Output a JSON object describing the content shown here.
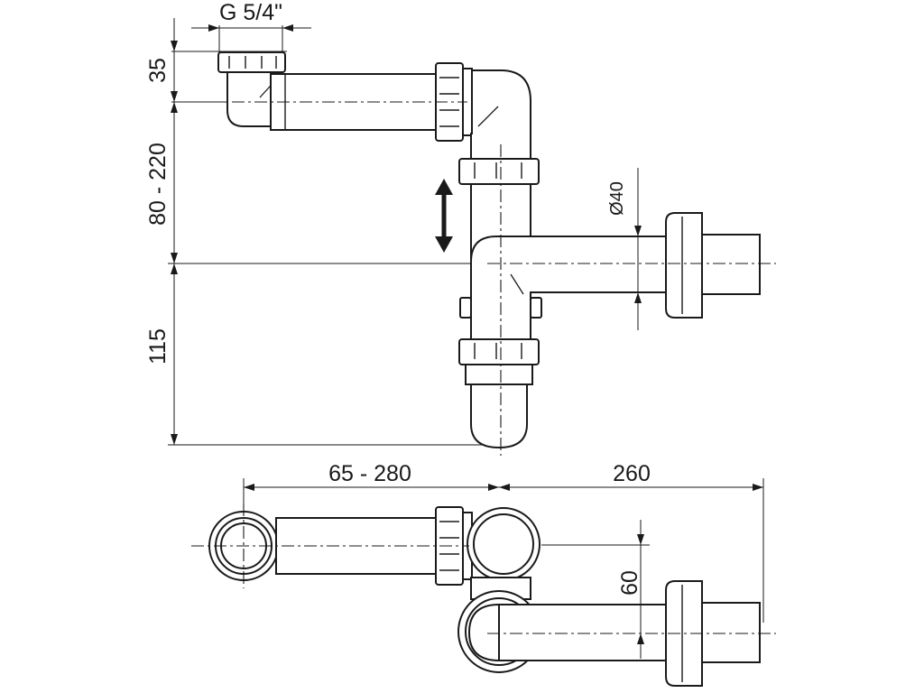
{
  "diagram": {
    "labels": {
      "thread": "G 5/4\"",
      "inlet_height": "35",
      "adjustable_height": "80 - 220",
      "outlet_height": "115",
      "outlet_diameter": "Ø40",
      "horizontal_reach": "65 - 280",
      "outlet_length": "260",
      "outlet_offset": "60"
    },
    "colors": {
      "line": "#1a1a1a",
      "background": "#ffffff"
    }
  }
}
